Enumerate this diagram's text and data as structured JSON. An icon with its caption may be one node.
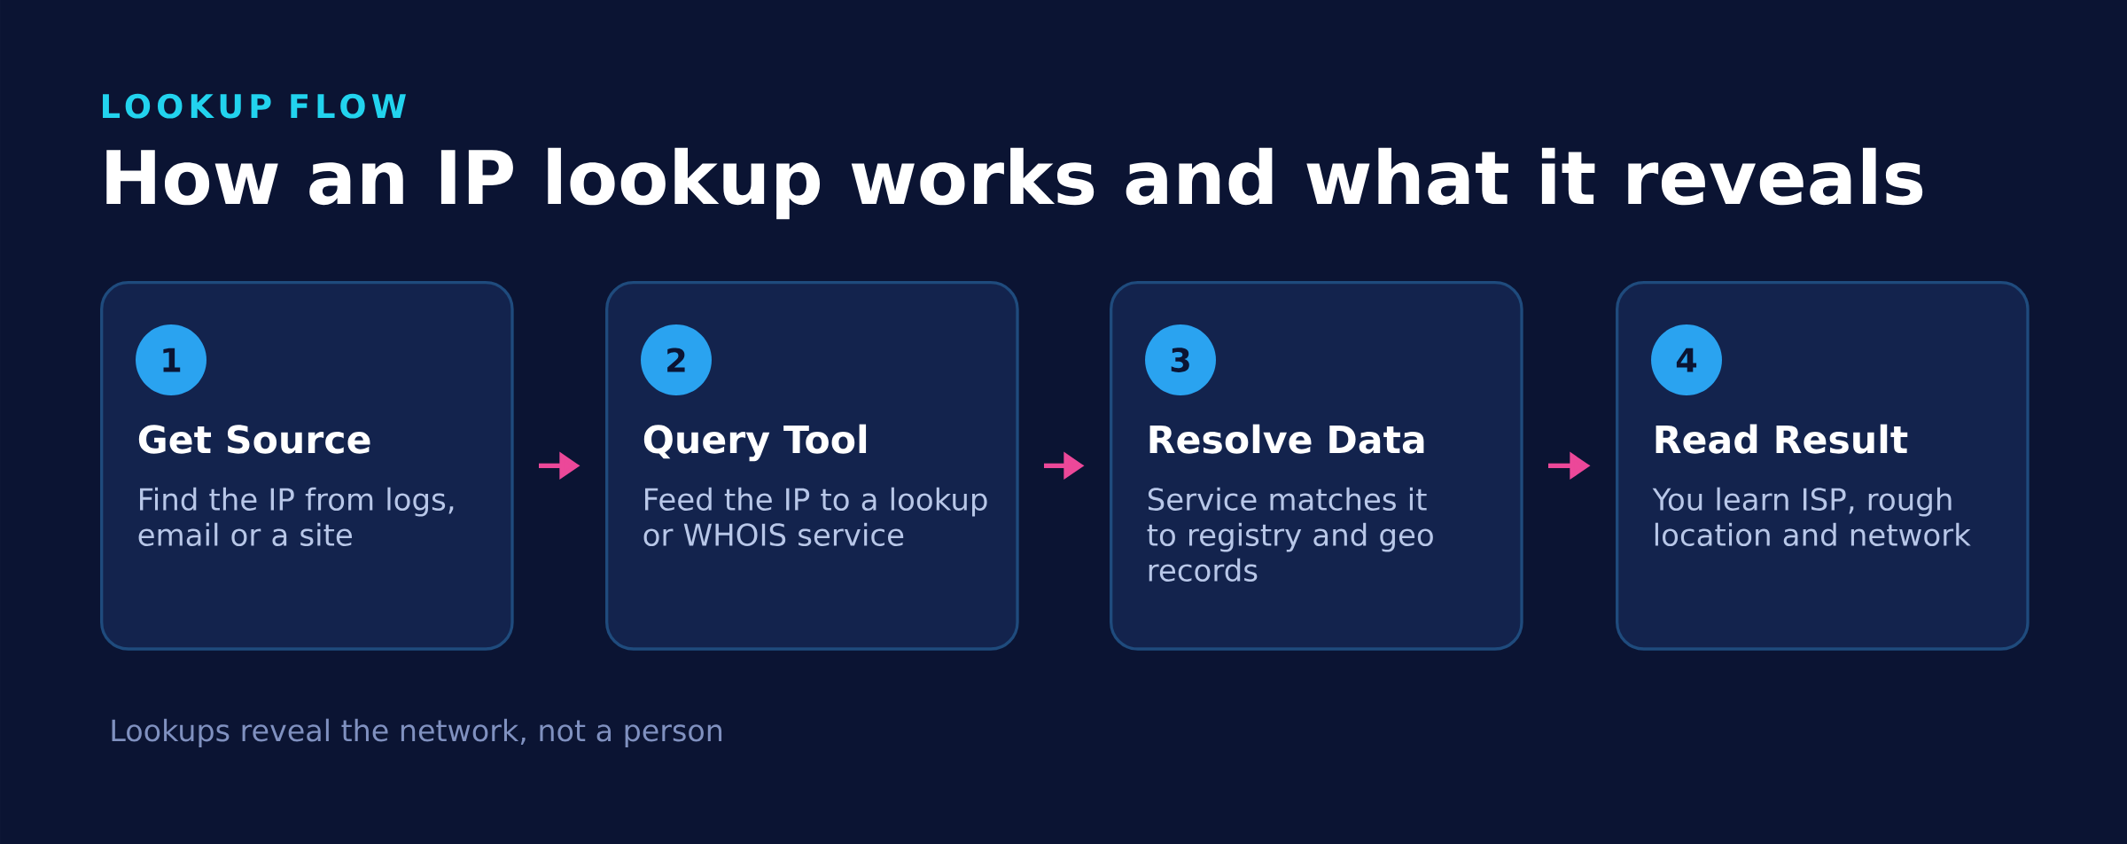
{
  "diagram": {
    "title": "How an IP lookup works and what it reveals",
    "nodes": [
      {
        "text": [
          "Get Source",
          "Find the IP from logs, email or a site"
        ]
      },
      {
        "text": [
          "1"
        ],
        "in": 0
      },
      {
        "text": [
          "Query Tool",
          "Feed the IP to a lookup or WHOIS service"
        ]
      },
      {
        "text": [
          "2"
        ],
        "in": 2
      },
      {
        "text": [
          "Resolve Data",
          "Service matches it to registry and geo records"
        ]
      },
      {
        "text": [
          "3"
        ],
        "in": 4
      },
      {
        "text": [
          "Read Result",
          "You learn ISP, rough location and network"
        ]
      },
      {
        "text": [
          "4"
        ],
        "in": 6
      }
    ],
    "edges": [
      {
        "from": 0,
        "to": 2,
        "arrow": "to",
        "color": "#ec4899"
      },
      {
        "from": 2,
        "to": 4,
        "arrow": "to",
        "color": "#ec4899"
      },
      {
        "from": 4,
        "to": 6,
        "arrow": "to",
        "color": "#ec4899"
      }
    ],
    "labels": [
      "LOOKUP FLOW",
      "Lookups reveal the network, not a person"
    ]
  }
}
